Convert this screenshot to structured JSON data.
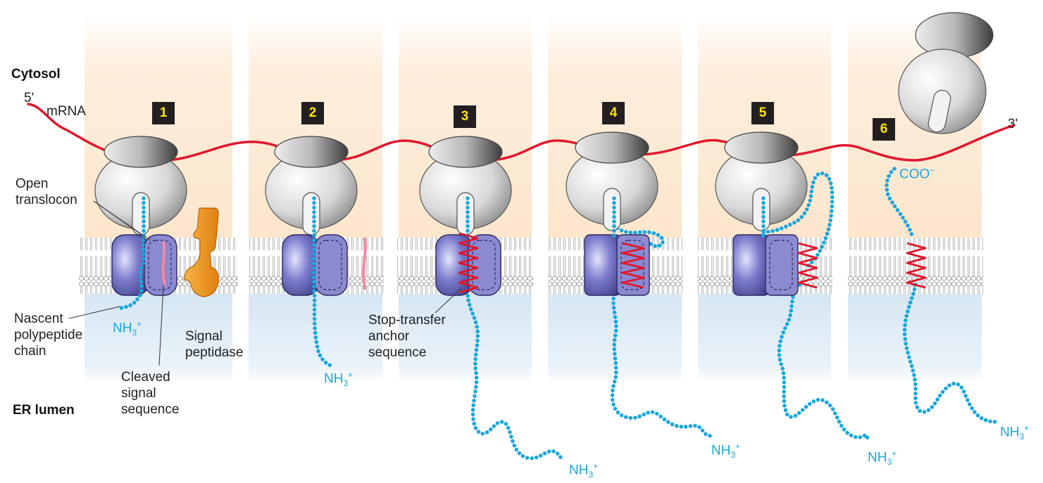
{
  "regions": {
    "cytosol": "Cytosol",
    "er_lumen": "ER lumen"
  },
  "mrna": {
    "five_prime": "5'",
    "label": "mRNA",
    "three_prime": "3'"
  },
  "steps": [
    "1",
    "2",
    "3",
    "4",
    "5",
    "6"
  ],
  "labels": {
    "open_translocon": "Open\ntranslocon",
    "nascent_chain": "Nascent\npolypeptide\nchain",
    "cleaved_signal": "Cleaved\nsignal\nsequence",
    "signal_peptidase": "Signal\npeptidase",
    "stop_transfer": "Stop-transfer\nanchor\nsequence",
    "amino_base": "NH",
    "amino_sub": "3",
    "amino_sup": "+",
    "carboxyl": "COO",
    "carboxyl_sup": "−"
  },
  "colors": {
    "mrna": "#e0182d",
    "polypeptide": "#1aa7dc",
    "anchor": "#e0182d",
    "translocon": "#5a58a8",
    "peptidase": "#f39a1e",
    "cytosol_band": "#fdebd3",
    "lumen_band": "#dbe9f4",
    "step_badge": "#231f20",
    "step_text": "#ffe600"
  }
}
